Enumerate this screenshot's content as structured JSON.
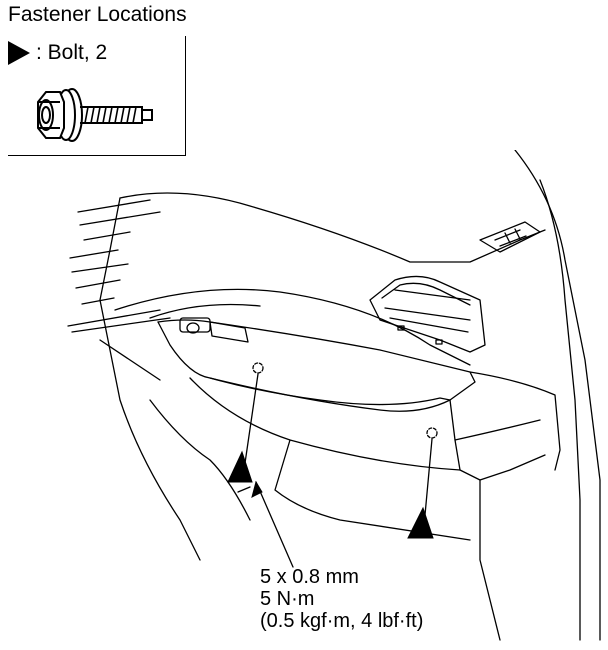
{
  "title": "Fastener Locations",
  "legend": {
    "symbol_icon": "filled-triangle-icon",
    "label": ": Bolt, 2"
  },
  "torque_spec": {
    "line1": "5 x 0.8 mm",
    "line2": "5 N·m",
    "line3": "(0.5 kgf·m, 4 lbf·ft)"
  }
}
